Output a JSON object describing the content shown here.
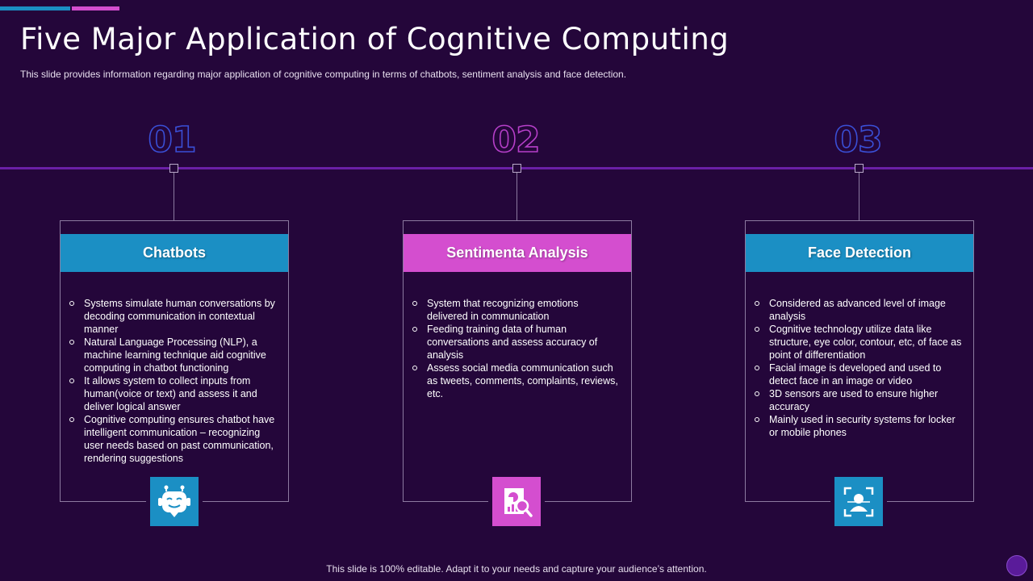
{
  "slide": {
    "title": "Five Major Application of Cognitive Computing",
    "subtitle": "This slide provides information regarding major application of cognitive computing in terms of chatbots, sentiment analysis and face detection.",
    "footer": "This slide is 100% editable. Adapt it to your needs and capture your audience’s attention."
  },
  "colors": {
    "background": "#24063a",
    "timeline": "#6a1fa6",
    "blue": "#1b8fc4",
    "pink": "#d44ecf",
    "number_blue": "#3a4fd6",
    "number_pink": "#b63fc9"
  },
  "steps": [
    {
      "number": "01",
      "heading": "Chatbots",
      "icon": "chatbot-icon",
      "bullets": [
        "Systems simulate human conversations by decoding communication in contextual manner",
        "Natural Language Processing (NLP), a machine learning technique aid cognitive computing in chatbot functioning",
        "It allows system to collect inputs from human(voice  or text) and assess it and deliver  logical answer",
        "Cognitive  computing ensures chatbot have intelligent communication – recognizing user needs based on past communication, rendering suggestions"
      ]
    },
    {
      "number": "02",
      "heading": "Sentimenta Analysis",
      "icon": "report-analysis-icon",
      "bullets": [
        "System that recognizing emotions delivered  in communication",
        "Feeding training data of human conversations and assess accuracy of analysis",
        "Assess social media communication such as tweets,  comments,  complaints,  reviews,  etc."
      ]
    },
    {
      "number": "03",
      "heading": "Face Detection",
      "icon": "face-scan-icon",
      "bullets": [
        "Considered as advanced  level  of image analysis",
        "Cognitive  technology utilize data like structure,  eye color,  contour,  etc, of face as point of differentiation",
        "Facial image is developed  and used to detect face in an image or video",
        "3D sensors are used to ensure higher accuracy",
        "Mainly used in security systems for locker or mobile phones"
      ]
    }
  ]
}
